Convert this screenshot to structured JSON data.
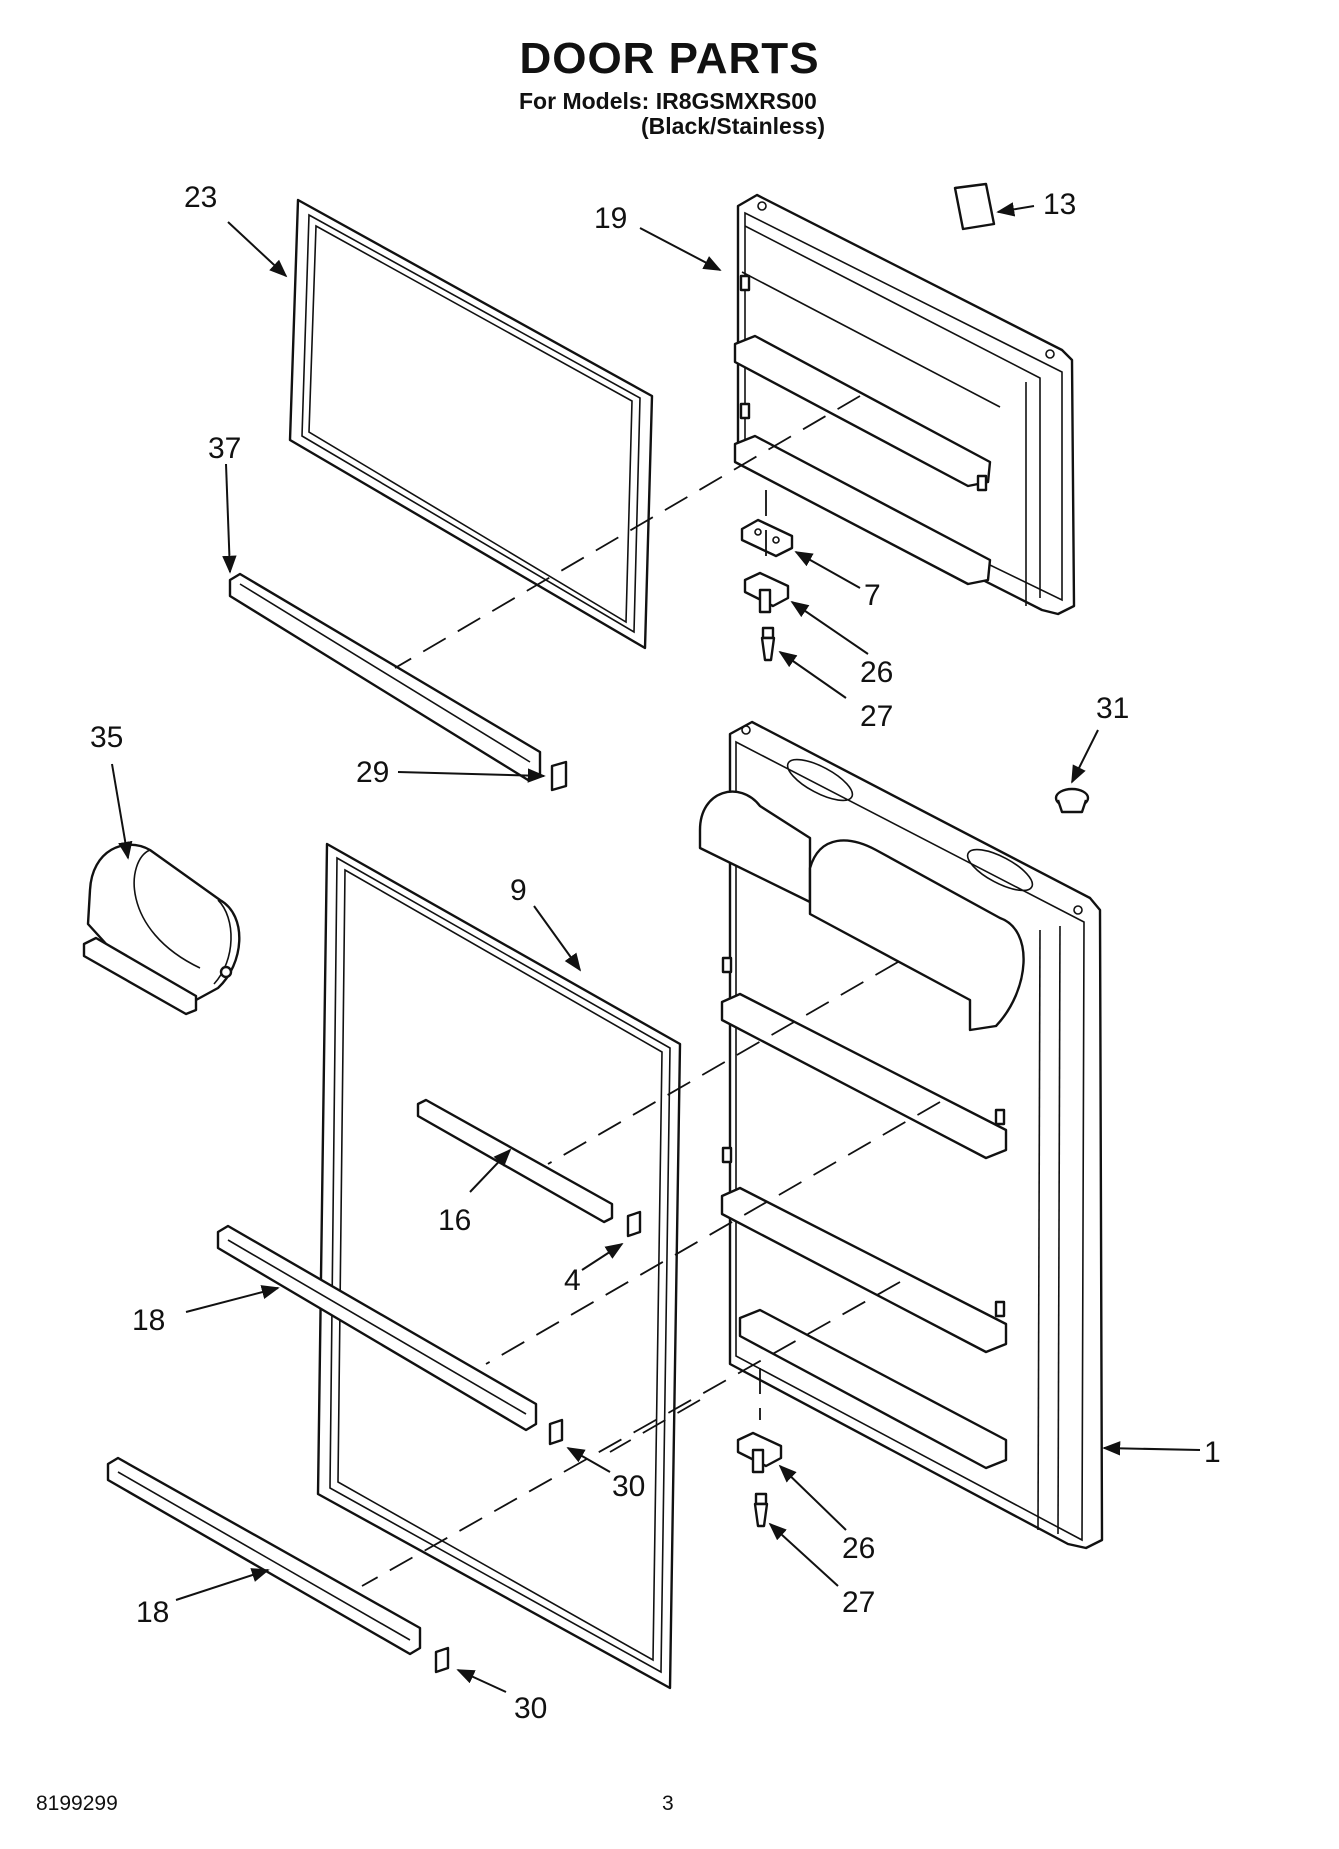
{
  "header": {
    "title": "DOOR PARTS",
    "models_line": "For Models: IR8GSMXRS00",
    "variant_line": "(Black/Stainless)"
  },
  "footer": {
    "doc_number": "8199299",
    "page_number": "3"
  },
  "callouts": {
    "c1": "1",
    "c4": "4",
    "c7": "7",
    "c9": "9",
    "c13": "13",
    "c16": "16",
    "c18a": "18",
    "c18b": "18",
    "c19": "19",
    "c23": "23",
    "c26a": "26",
    "c26b": "26",
    "c27a": "27",
    "c27b": "27",
    "c29": "29",
    "c30a": "30",
    "c30b": "30",
    "c31": "31",
    "c35": "35",
    "c37": "37"
  }
}
